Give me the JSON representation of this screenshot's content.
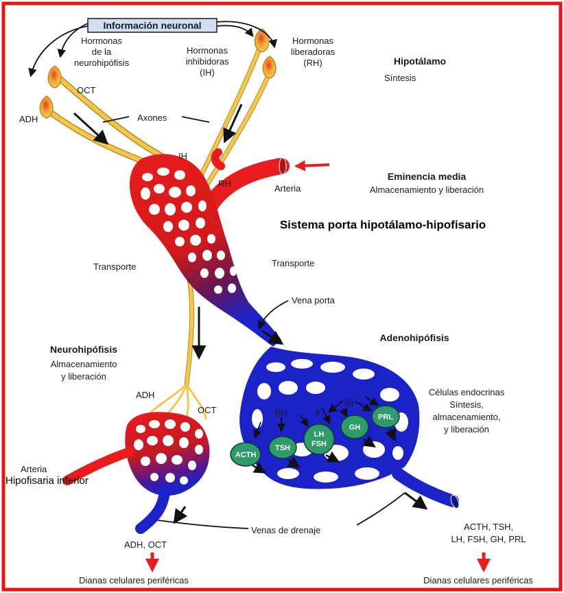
{
  "colors": {
    "frame": "#ee1111",
    "artery": "#e81c1c",
    "vein": "#1b22c8",
    "axon": "#f2c84b",
    "axon_edge": "#b8872a",
    "cell": "#2f9a6c",
    "arrow": "#1a1a2a",
    "info_box": "#cfe0f5"
  },
  "labels": {
    "info": "Información neuronal",
    "hormonas_neuro_1": "Hormonas",
    "hormonas_neuro_2": "de la",
    "hormonas_neuro_3": "neurohipófisis",
    "hormonas_inhib_1": "Hormonas",
    "hormonas_inhib_2": "inhibidoras",
    "hormonas_inhib_3": "(IH)",
    "hormonas_lib_1": "Hormonas",
    "hormonas_lib_2": "liberadoras",
    "hormonas_lib_3": "(RH)",
    "hipotalamo": "Hipotálamo",
    "sintesis": "Síntesis",
    "oct_top": "OCT",
    "adh_top": "ADH",
    "axones": "Axones",
    "ih_mid": "IH",
    "rh_mid": "RH",
    "arteria_top": "Arteria",
    "eminencia": "Eminencia media",
    "almac_lib": "Almacenamiento y liberación",
    "sistema_porta": "Sistema porta hipotálamo-hipofisario",
    "transporte_left": "Transporte",
    "transporte_right": "Transporte",
    "vena_porta": "Vena porta",
    "neurohipofisis": "Neurohipófisis",
    "neuro_almac_1": "Almacenamiento",
    "neuro_almac_2": "y liberación",
    "adenohipofisis": "Adenohipófisis",
    "celulas_1": "Células endocrinas",
    "celulas_2": "Síntesis,",
    "celulas_3": "almacenamiento,",
    "celulas_4": "y liberación",
    "adh_bottom": "ADH",
    "oct_bottom": "OCT",
    "ih_adeno": "IH",
    "rh_adeno": "RH",
    "y_adeno": "y",
    "arteria_bottom": "Arteria",
    "hipofisaria_inferior": "Hipofisaria inferior",
    "venas_drenaje": "Venas de drenaje",
    "adh_oct": "ADH, OCT",
    "acth_list_1": "ACTH, TSH,",
    "acth_list_2": "LH, FSH, GH, PRL",
    "dianas_left": "Dianas celulares periféricas",
    "dianas_right": "Dianas celulares periféricas"
  },
  "cells": {
    "acth": "ACTH",
    "tsh": "TSH",
    "lh": "LH",
    "fsh": "FSH",
    "gh": "GH",
    "prl": "PRL"
  }
}
